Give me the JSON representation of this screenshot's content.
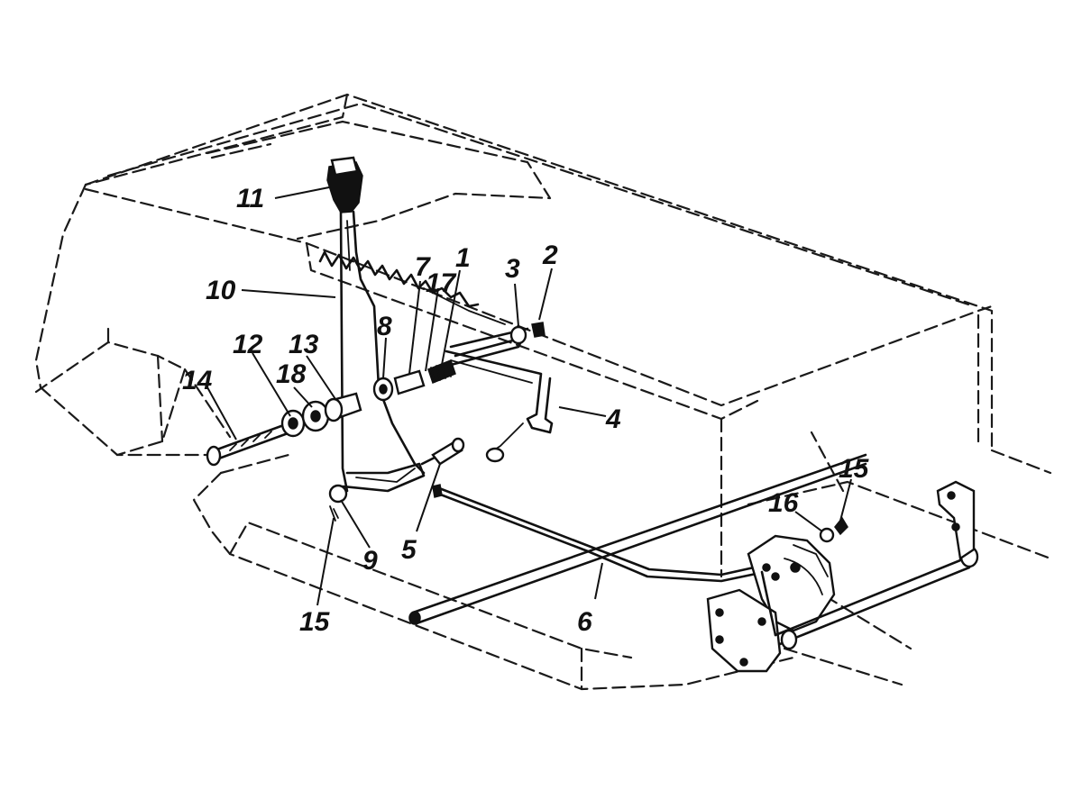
{
  "callouts": [
    {
      "id": "1",
      "label": "1"
    },
    {
      "id": "2",
      "label": "2"
    },
    {
      "id": "3",
      "label": "3"
    },
    {
      "id": "4",
      "label": "4"
    },
    {
      "id": "5",
      "label": "5"
    },
    {
      "id": "6",
      "label": "6"
    },
    {
      "id": "7",
      "label": "7"
    },
    {
      "id": "8",
      "label": "8"
    },
    {
      "id": "9",
      "label": "9"
    },
    {
      "id": "10",
      "label": "10"
    },
    {
      "id": "11",
      "label": "11"
    },
    {
      "id": "12",
      "label": "12"
    },
    {
      "id": "13",
      "label": "13"
    },
    {
      "id": "14",
      "label": "14"
    },
    {
      "id": "15a",
      "label": "15"
    },
    {
      "id": "15b",
      "label": "15"
    },
    {
      "id": "16",
      "label": "16"
    },
    {
      "id": "17",
      "label": "17"
    },
    {
      "id": "18",
      "label": "18"
    }
  ]
}
